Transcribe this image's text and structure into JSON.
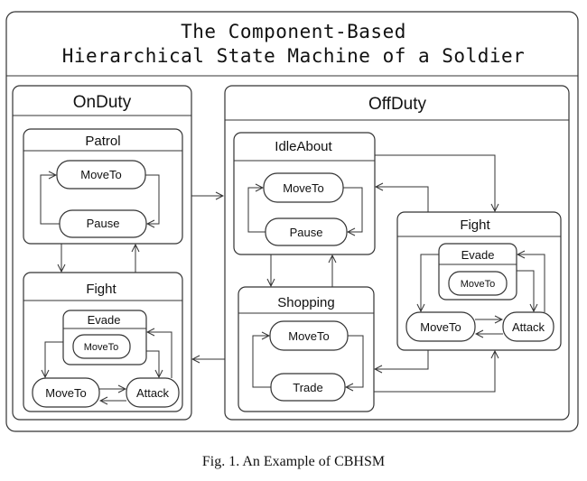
{
  "title": {
    "line1": "The Component-Based",
    "line2": "Hierarchical State Machine of a Soldier"
  },
  "on_duty": {
    "label": "OnDuty",
    "patrol": {
      "label": "Patrol",
      "move_to": "MoveTo",
      "pause": "Pause"
    },
    "fight": {
      "label": "Fight",
      "evade": {
        "label": "Evade",
        "move_to": "MoveTo"
      },
      "move_to": "MoveTo",
      "attack": "Attack"
    }
  },
  "off_duty": {
    "label": "OffDuty",
    "idle_about": {
      "label": "IdleAbout",
      "move_to": "MoveTo",
      "pause": "Pause"
    },
    "shopping": {
      "label": "Shopping",
      "move_to": "MoveTo",
      "trade": "Trade"
    },
    "fight": {
      "label": "Fight",
      "evade": {
        "label": "Evade",
        "move_to": "MoveTo"
      },
      "move_to": "MoveTo",
      "attack": "Attack"
    }
  },
  "caption": "Fig. 1.   An Example of CBHSM"
}
